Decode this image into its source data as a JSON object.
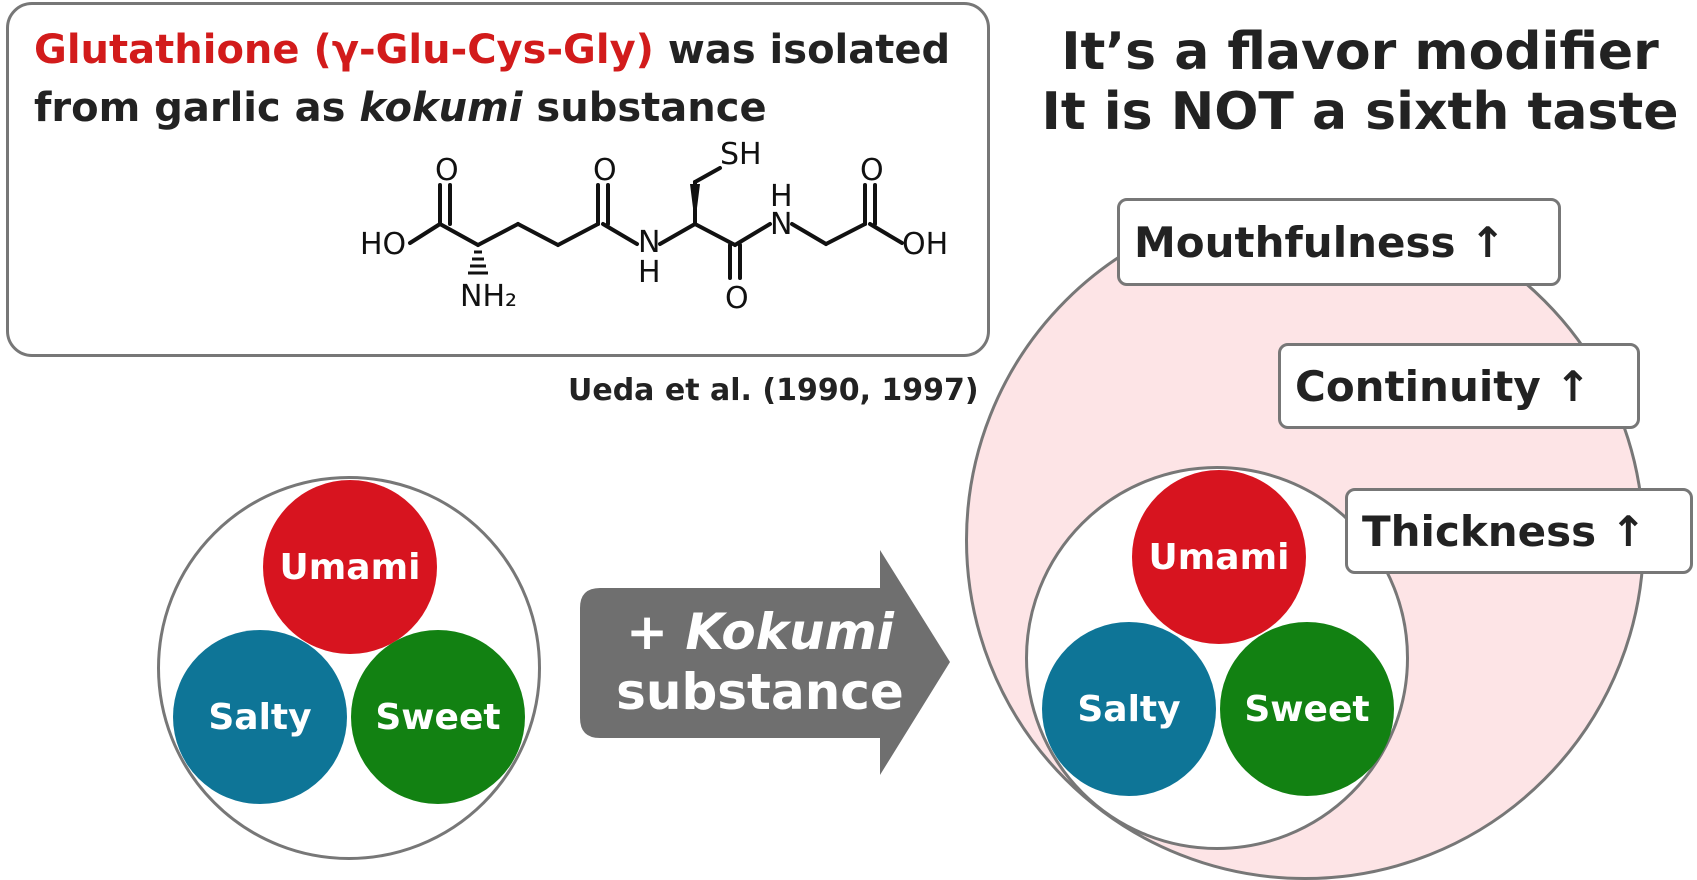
{
  "info_box": {
    "headline_red": "Glutathione (γ-Glu-Cys-Gly)",
    "headline_rest": " was isolated",
    "line2_a": "from garlic as ",
    "line2_italic": "kokumi",
    "line2_b": " substance"
  },
  "molecule": {
    "atom_SH": "SH",
    "atom_O1": "O",
    "atom_O2": "O",
    "atom_O3": "O",
    "atom_O4": "O",
    "atom_HO": "HO",
    "atom_OH": "OH",
    "atom_NH2": "NH₂",
    "atom_N1": "N",
    "atom_H1": "H",
    "atom_N2": "N",
    "atom_H2": "H"
  },
  "citation": "Ueda et al. (1990, 1997)",
  "claim": {
    "line1": "It’s a flavor modifier",
    "line2": "It is NOT a sixth taste"
  },
  "tastes": {
    "umami": "Umami",
    "salty": "Salty",
    "sweet": "Sweet"
  },
  "arrow": {
    "plus": "+ ",
    "kokumi": "Kokumi",
    "substance": "substance"
  },
  "properties": {
    "mouthfulness": "Mouthfulness ↑",
    "continuity": "Continuity ↑",
    "thickness": "Thickness ↑"
  },
  "colors": {
    "umami": "#d7141f",
    "salty": "#0e7597",
    "sweet": "#128112",
    "kokumi_zone": "#fde4e6",
    "arrow": "#6f6f6f"
  }
}
